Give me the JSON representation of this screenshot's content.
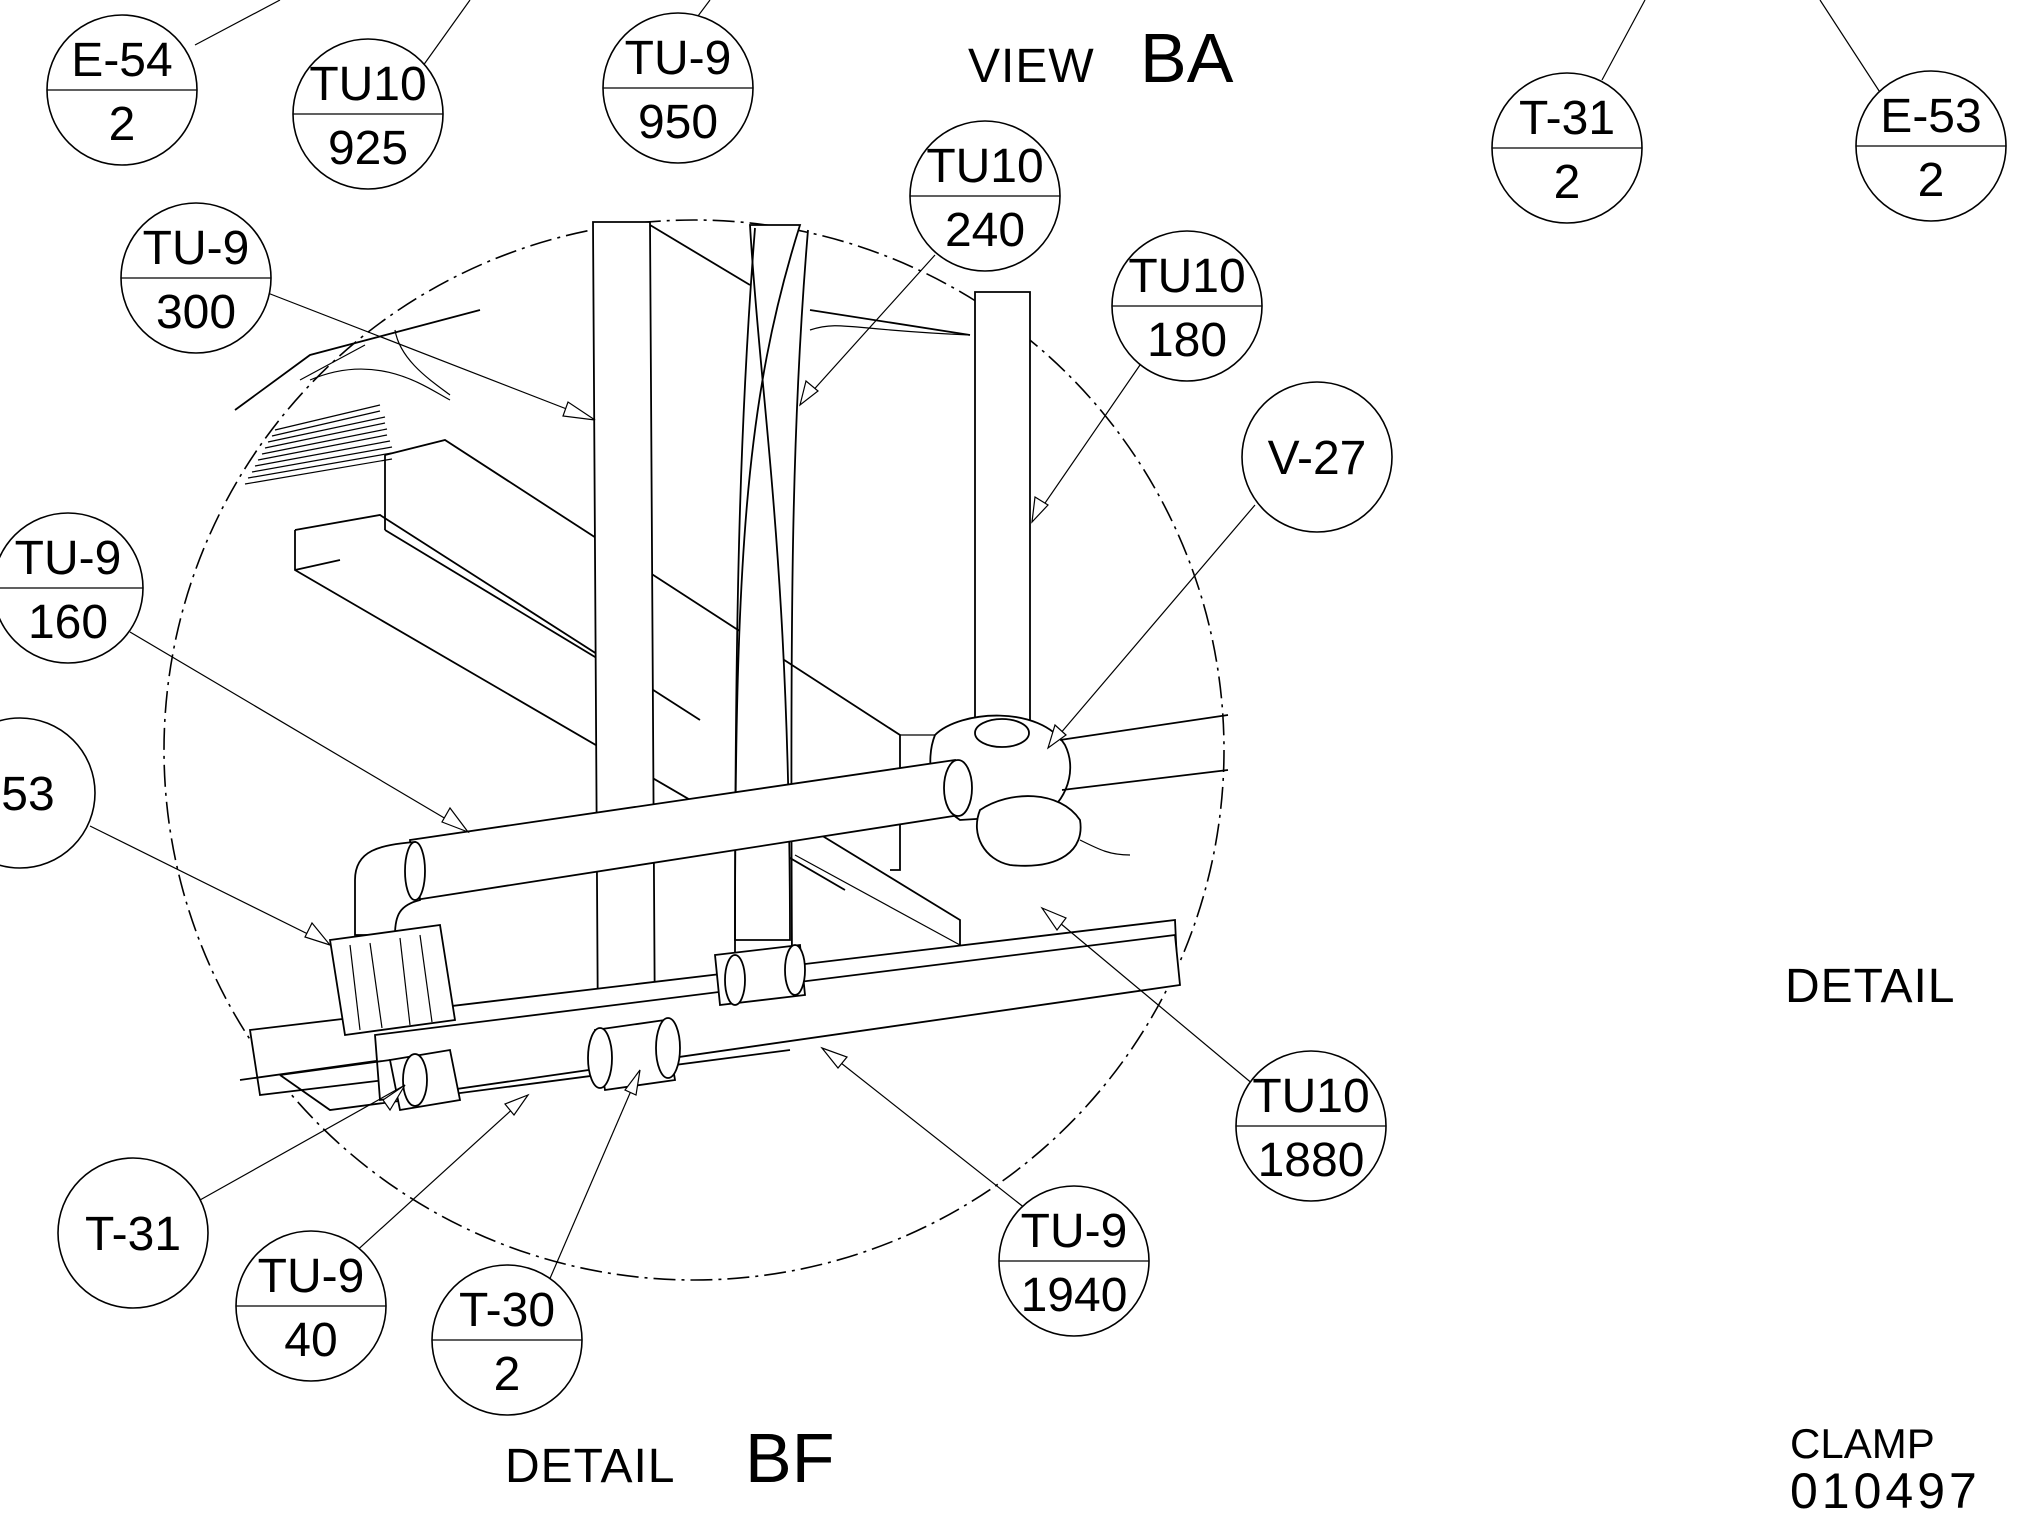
{
  "captions": {
    "view": {
      "prefix": "VIEW",
      "id": "BA"
    },
    "detail_bf": {
      "prefix": "DETAIL",
      "id": "BF"
    },
    "detail_right": "DETAIL",
    "clamp_label": "CLAMP",
    "clamp_number": "010497"
  },
  "balloons": [
    {
      "name": "balloon-e54",
      "top": "E-54",
      "bottom": "2"
    },
    {
      "name": "balloon-tu10-925",
      "top": "TU10",
      "bottom": "925"
    },
    {
      "name": "balloon-tu9-950",
      "top": "TU-9",
      "bottom": "950"
    },
    {
      "name": "balloon-tu10-240",
      "top": "TU10",
      "bottom": "240"
    },
    {
      "name": "balloon-tu9-300",
      "top": "TU-9",
      "bottom": "300"
    },
    {
      "name": "balloon-tu10-180",
      "top": "TU10",
      "bottom": "180"
    },
    {
      "name": "balloon-v27",
      "top": "V-27",
      "bottom": ""
    },
    {
      "name": "balloon-tu9-160",
      "top": "TU-9",
      "bottom": "160"
    },
    {
      "name": "balloon-e53-left",
      "top": "-53",
      "bottom": ""
    },
    {
      "name": "balloon-t31-bottom",
      "top": "T-31",
      "bottom": ""
    },
    {
      "name": "balloon-tu9-40",
      "top": "TU-9",
      "bottom": "40"
    },
    {
      "name": "balloon-t30",
      "top": "T-30",
      "bottom": "2"
    },
    {
      "name": "balloon-tu9-1940",
      "top": "TU-9",
      "bottom": "1940"
    },
    {
      "name": "balloon-tu10-1880",
      "top": "TU10",
      "bottom": "1880"
    },
    {
      "name": "balloon-t31-top",
      "top": "T-31",
      "bottom": "2"
    },
    {
      "name": "balloon-e53-right",
      "top": "E-53",
      "bottom": "2"
    }
  ]
}
